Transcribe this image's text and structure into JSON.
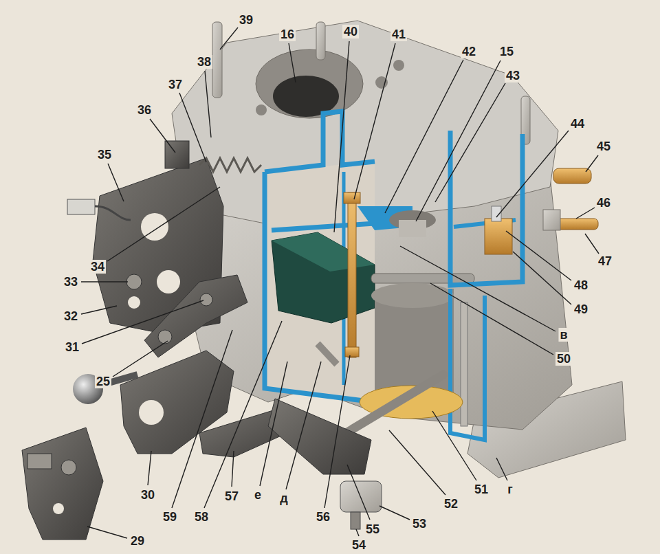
{
  "diagram": {
    "labels": [
      "39",
      "16",
      "40",
      "41",
      "42",
      "15",
      "43",
      "38",
      "37",
      "36",
      "35",
      "44",
      "45",
      "46",
      "47",
      "34",
      "33",
      "32",
      "31",
      "48",
      "49",
      "в",
      "50",
      "25",
      "30",
      "59",
      "58",
      "57",
      "е",
      "д",
      "56",
      "55",
      "52",
      "51",
      "г",
      "29",
      "54",
      "53"
    ]
  }
}
